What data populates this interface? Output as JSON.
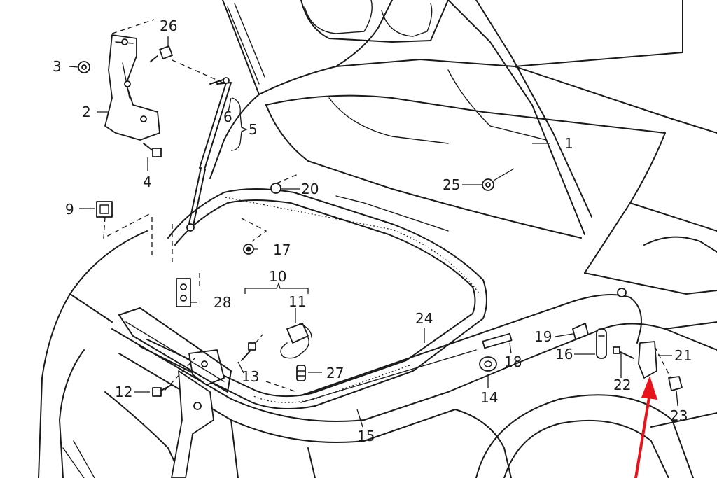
{
  "callouts": [
    {
      "id": "1",
      "text": "1"
    },
    {
      "id": "2",
      "text": "2"
    },
    {
      "id": "3",
      "text": "3"
    },
    {
      "id": "4",
      "text": "4"
    },
    {
      "id": "5",
      "text": "5"
    },
    {
      "id": "6",
      "text": "6"
    },
    {
      "id": "9",
      "text": "9"
    },
    {
      "id": "10",
      "text": "10"
    },
    {
      "id": "11",
      "text": "11"
    },
    {
      "id": "12",
      "text": "12"
    },
    {
      "id": "13",
      "text": "13"
    },
    {
      "id": "14",
      "text": "14"
    },
    {
      "id": "15",
      "text": "15"
    },
    {
      "id": "16",
      "text": "16"
    },
    {
      "id": "17",
      "text": "17"
    },
    {
      "id": "18",
      "text": "18"
    },
    {
      "id": "19",
      "text": "19"
    },
    {
      "id": "20",
      "text": "20"
    },
    {
      "id": "21",
      "text": "21"
    },
    {
      "id": "22",
      "text": "22"
    },
    {
      "id": "23",
      "text": "23"
    },
    {
      "id": "24",
      "text": "24"
    },
    {
      "id": "25",
      "text": "25"
    },
    {
      "id": "26",
      "text": "26"
    },
    {
      "id": "27",
      "text": "27"
    },
    {
      "id": "28",
      "text": "28"
    }
  ],
  "highlight_arrow": {
    "color": "#e8141c",
    "icon": "red-pointer-arrow-icon"
  },
  "line_color": "#1a1a1a"
}
